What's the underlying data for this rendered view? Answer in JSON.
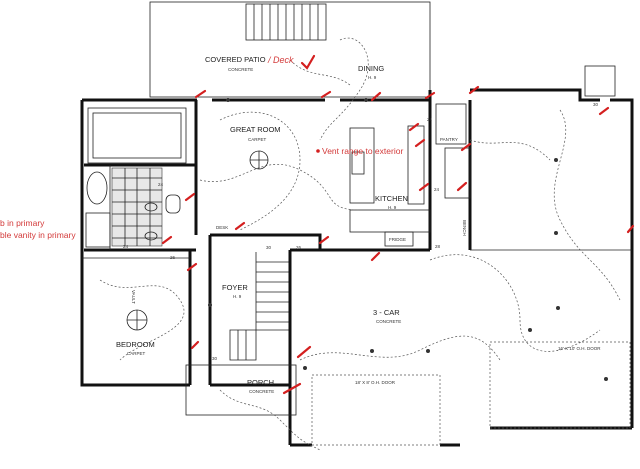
{
  "rooms": {
    "covered_patio": {
      "name": "COVERED PATIO",
      "handwritten": "/ Deck",
      "material": "CONCRETE"
    },
    "dining": {
      "name": "DINING",
      "height": "H. 9"
    },
    "great_room": {
      "name": "GREAT ROOM",
      "material": "CARPET"
    },
    "kitchen": {
      "name": "KITCHEN",
      "height": "H. 9"
    },
    "pantry": {
      "name": "PANTRY"
    },
    "foyer": {
      "name": "FOYER",
      "height": "H. 9"
    },
    "bedroom": {
      "name": "BEDROOM",
      "material": "CARPET"
    },
    "porch": {
      "name": "PORCH",
      "material": "CONCRETE"
    },
    "garage": {
      "name": "3 - CAR",
      "material": "CONCRETE"
    },
    "fridge": {
      "name": "FRIDGE"
    },
    "bench": {
      "name": "BENCH"
    },
    "desk": {
      "name": "DESK"
    },
    "vault": {
      "name": "VAULT"
    }
  },
  "doors": {
    "garage_door_1": "16' X 10' O.H. DOOR",
    "garage_door_2": "18' X 8' O.H. DOOR"
  },
  "dimensions": {
    "d1": "24",
    "d2": "24",
    "d3": "24",
    "d4": "30",
    "d5": "26",
    "d6": "26",
    "d7": "30",
    "d8": "30",
    "d9": "24",
    "d10": "28"
  },
  "annotations": {
    "vent_note": "Vent range to exterior",
    "tub_note": "b in primary",
    "vanity_note": "ble vanity in primary"
  },
  "colors": {
    "ink": "#111111",
    "markup_red": "#d41f1f"
  }
}
